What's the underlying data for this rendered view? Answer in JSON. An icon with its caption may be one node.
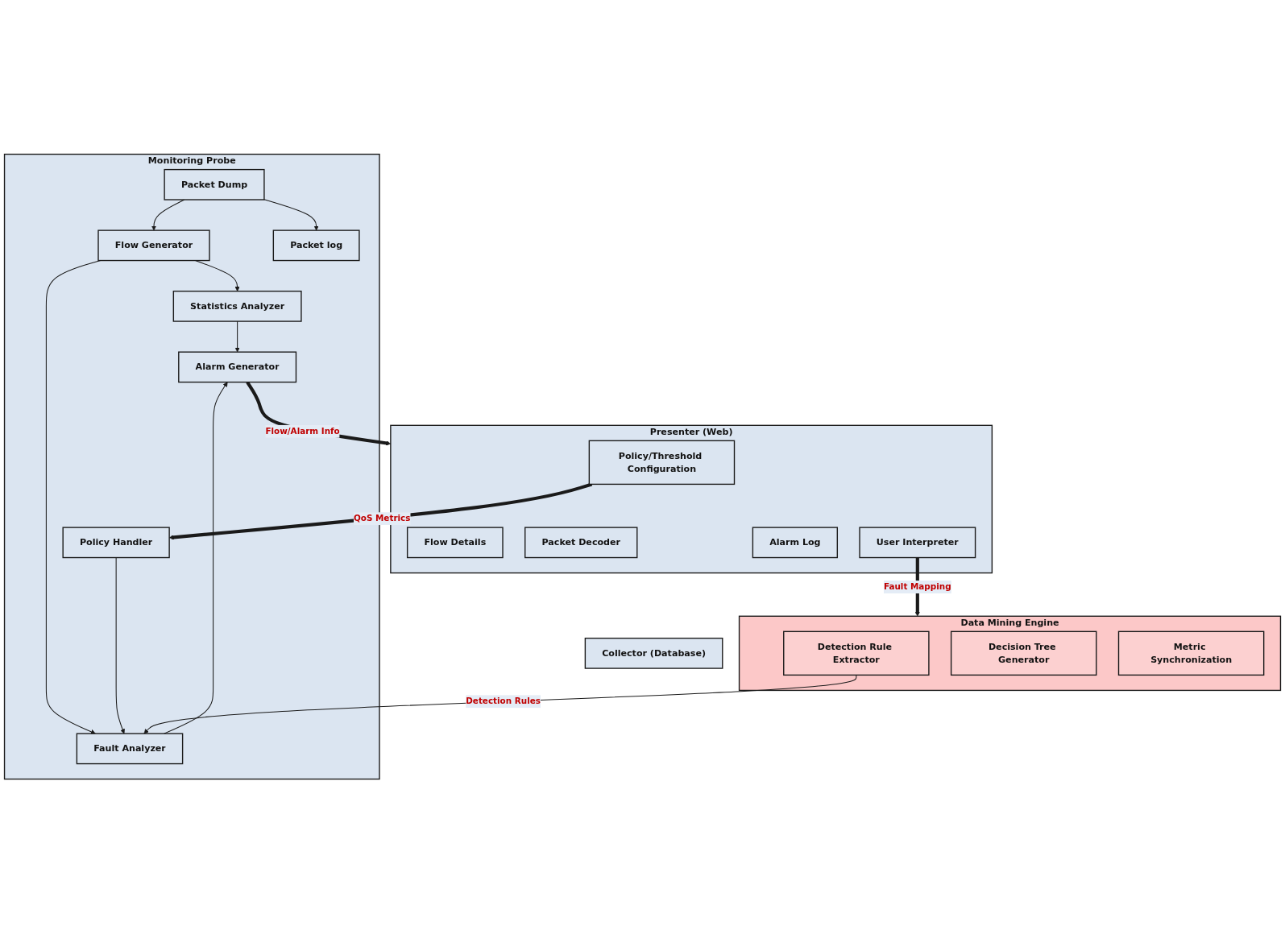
{
  "diagram": {
    "nodes": [
      {
        "text": [
          "Monitoring Probe"
        ]
      },
      {
        "text": [
          "Packet Dump"
        ],
        "in": 0
      },
      {
        "text": [
          "Flow Generator"
        ],
        "in": 0
      },
      {
        "text": [
          "Statistics Analyzer"
        ],
        "in": 0
      },
      {
        "text": [
          "Fault Analyzer"
        ],
        "in": 0
      },
      {
        "text": [
          "Alarm Generator"
        ],
        "in": 0
      },
      {
        "text": [
          "Packet log"
        ],
        "in": 0
      },
      {
        "text": [
          "Policy Handler"
        ],
        "in": 0
      },
      {
        "text": [
          "Collector (Database)"
        ]
      },
      {
        "text": [
          "Presenter (Web)"
        ]
      },
      {
        "text": [
          "Policy/Threshold Configuration"
        ],
        "in": 9
      },
      {
        "text": [
          "Flow Details"
        ],
        "in": 9
      },
      {
        "text": [
          "Packet Decoder"
        ],
        "in": 9
      },
      {
        "text": [
          "Alarm Log"
        ],
        "in": 9
      },
      {
        "text": [
          "User Interpreter"
        ],
        "in": 9
      },
      {
        "text": [
          "Data Mining Engine"
        ]
      },
      {
        "text": [
          "Detection Rule Extractor"
        ],
        "in": 15
      },
      {
        "text": [
          "Decision Tree Generator"
        ],
        "in": 15
      },
      {
        "text": [
          "Metric Synchronization"
        ],
        "in": 15
      }
    ],
    "edges": [
      {
        "from": 1,
        "to": 2,
        "arrow": "to"
      },
      {
        "from": 1,
        "to": 6,
        "arrow": "to"
      },
      {
        "from": 2,
        "to": 3,
        "arrow": "to"
      },
      {
        "from": 2,
        "to": 4,
        "arrow": "to"
      },
      {
        "from": 3,
        "to": 5,
        "arrow": "to"
      },
      {
        "from": 4,
        "to": 5,
        "arrow": "to"
      },
      {
        "from": 7,
        "to": 4,
        "arrow": "to"
      },
      {
        "from": 5,
        "to": 9,
        "arrow": "to",
        "label": "Flow/Alarm Info",
        "style": "thick"
      },
      {
        "from": 10,
        "to": 7,
        "arrow": "to",
        "label": "QoS Metrics",
        "style": "thick"
      },
      {
        "from": 16,
        "to": 4,
        "arrow": "to",
        "label": "Detection Rules"
      },
      {
        "from": 14,
        "to": 15,
        "arrow": "to",
        "label": "Fault Mapping",
        "style": "thick"
      }
    ]
  }
}
